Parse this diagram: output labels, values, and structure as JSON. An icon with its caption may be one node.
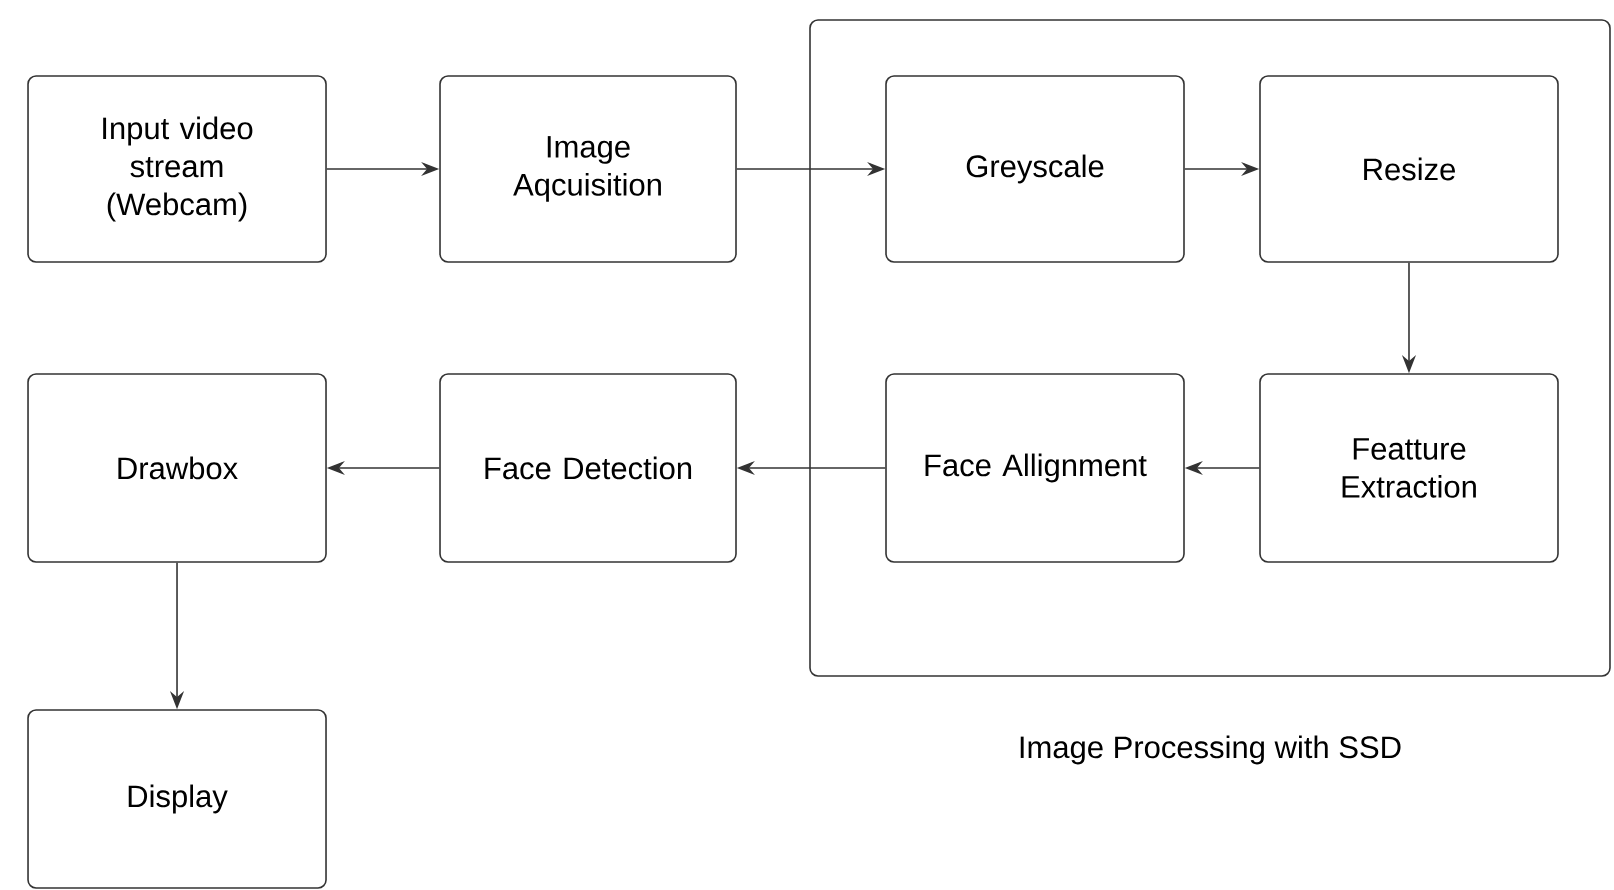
{
  "diagram": {
    "nodes": [
      {
        "text": [
          "Input video stream (Webcam)"
        ]
      },
      {
        "text": [
          "Image Aqcuisition"
        ]
      },
      {
        "text": [
          "Image Processing with SSD"
        ]
      },
      {
        "text": [
          "Greyscale"
        ],
        "in": 2
      },
      {
        "text": [
          "Resize"
        ],
        "in": 2
      },
      {
        "text": [
          "Face Allignment"
        ],
        "in": 2
      },
      {
        "text": [
          "Featture Extraction"
        ],
        "in": 2
      },
      {
        "text": [
          "Drawbox"
        ]
      },
      {
        "text": [
          "Face Detection"
        ]
      },
      {
        "text": [
          "Display"
        ]
      }
    ],
    "edges": [
      {
        "from": 0,
        "to": 1,
        "arrow": "to"
      },
      {
        "from": 1,
        "to": 3,
        "arrow": "to"
      },
      {
        "from": 3,
        "to": 4,
        "arrow": "to"
      },
      {
        "from": 4,
        "to": 6,
        "arrow": "to"
      },
      {
        "from": 6,
        "to": 5,
        "arrow": "to"
      },
      {
        "from": 5,
        "to": 8,
        "arrow": "to"
      },
      {
        "from": 8,
        "to": 7,
        "arrow": "to"
      },
      {
        "from": 7,
        "to": 9,
        "arrow": "to"
      }
    ]
  }
}
